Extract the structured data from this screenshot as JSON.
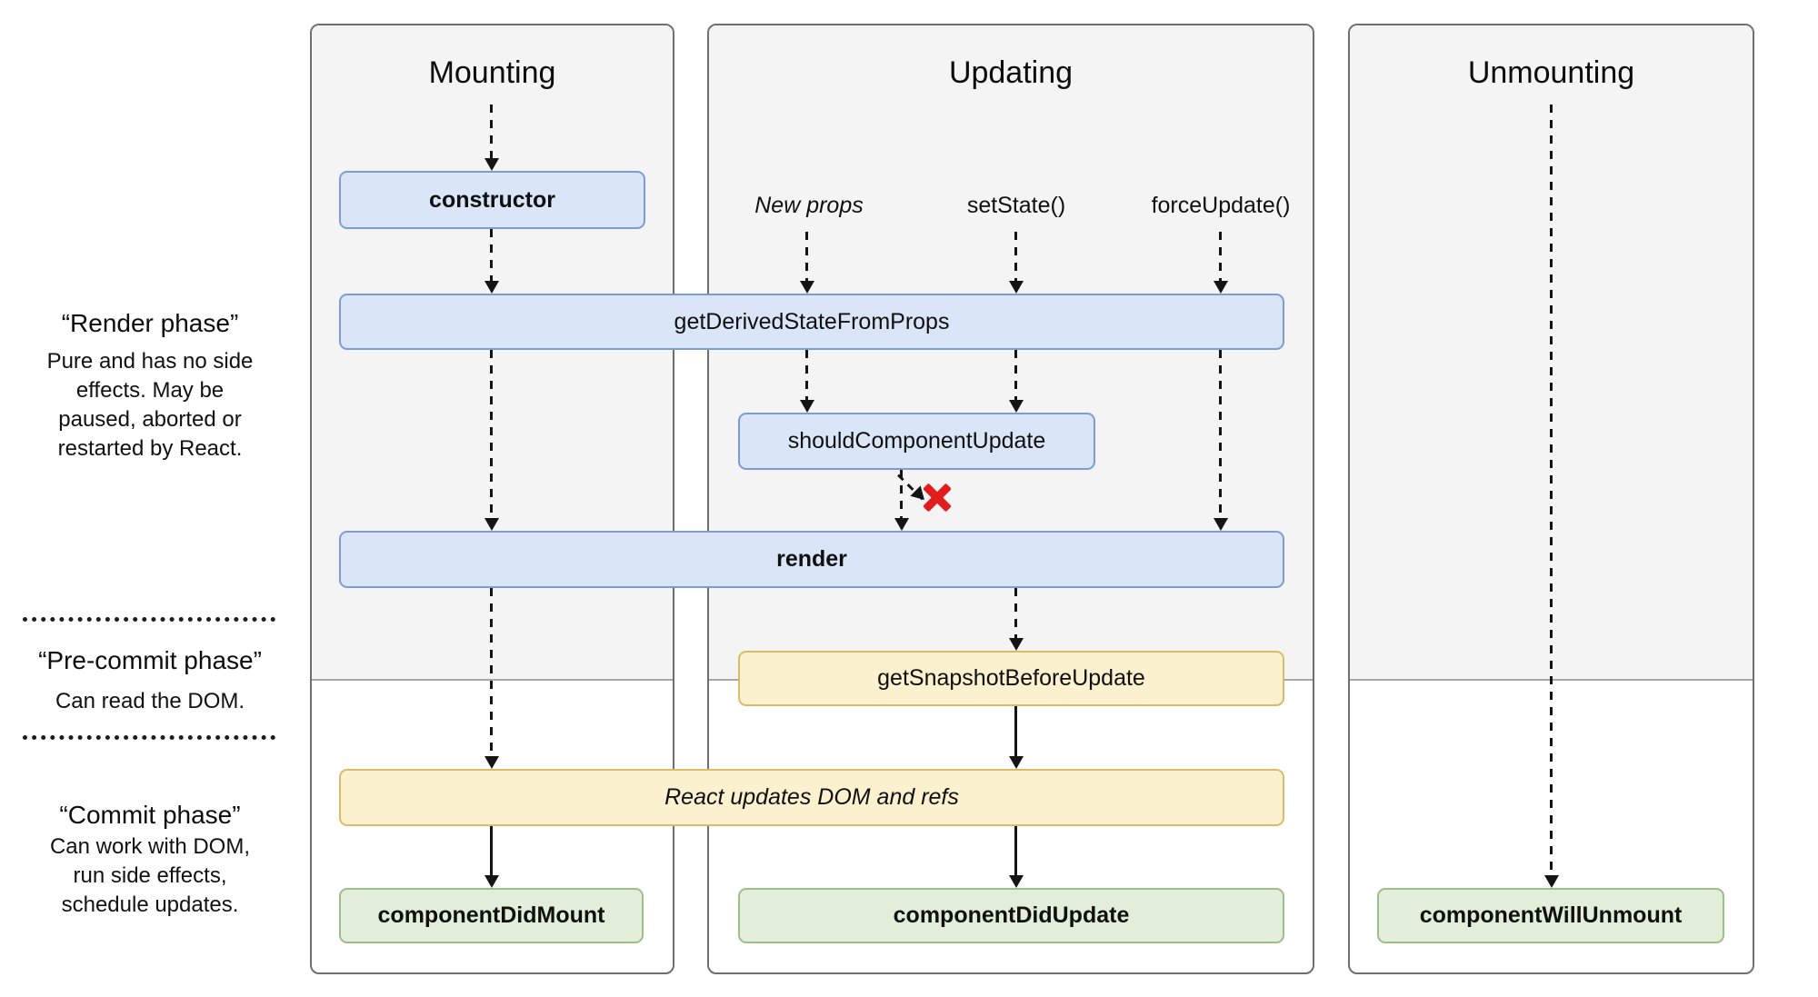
{
  "columns": {
    "mounting": {
      "title": "Mounting"
    },
    "updating": {
      "title": "Updating"
    },
    "unmounting": {
      "title": "Unmounting"
    }
  },
  "phases": {
    "render": {
      "title": "“Render phase”",
      "body": "Pure and has no side\neffects. May be\npaused, aborted or\nrestarted by React."
    },
    "pre_commit": {
      "title": "“Pre-commit phase”",
      "body": "Can read the DOM."
    },
    "commit": {
      "title": "“Commit phase”",
      "body": "Can work with DOM,\nrun side effects,\nschedule updates."
    }
  },
  "triggers": {
    "new_props": "New props",
    "set_state": "setState()",
    "force_update": "forceUpdate()"
  },
  "methods": {
    "constructor_label": "constructor",
    "get_derived_state_from_props": "getDerivedStateFromProps",
    "should_component_update": "shouldComponentUpdate",
    "render_label": "render",
    "get_snapshot_before_update": "getSnapshotBeforeUpdate",
    "react_updates_dom": "React updates DOM and refs",
    "component_did_mount": "componentDidMount",
    "component_did_update": "componentDidUpdate",
    "component_will_unmount": "componentWillUnmount"
  },
  "icons": {
    "reject_icon": "red-cross"
  },
  "colors": {
    "column_bg": "#f4f4f5",
    "column_border": "#6f6f6f",
    "box_blue_bg": "#dae6f8",
    "box_blue_border": "#7d9cd6",
    "box_yellow_bg": "#fcf1cf",
    "box_yellow_border": "#d9bc6a",
    "box_green_bg": "#e3eeda",
    "box_green_border": "#9dbd8a",
    "reject_red": "#e11d1d",
    "arrow": "#141414"
  }
}
